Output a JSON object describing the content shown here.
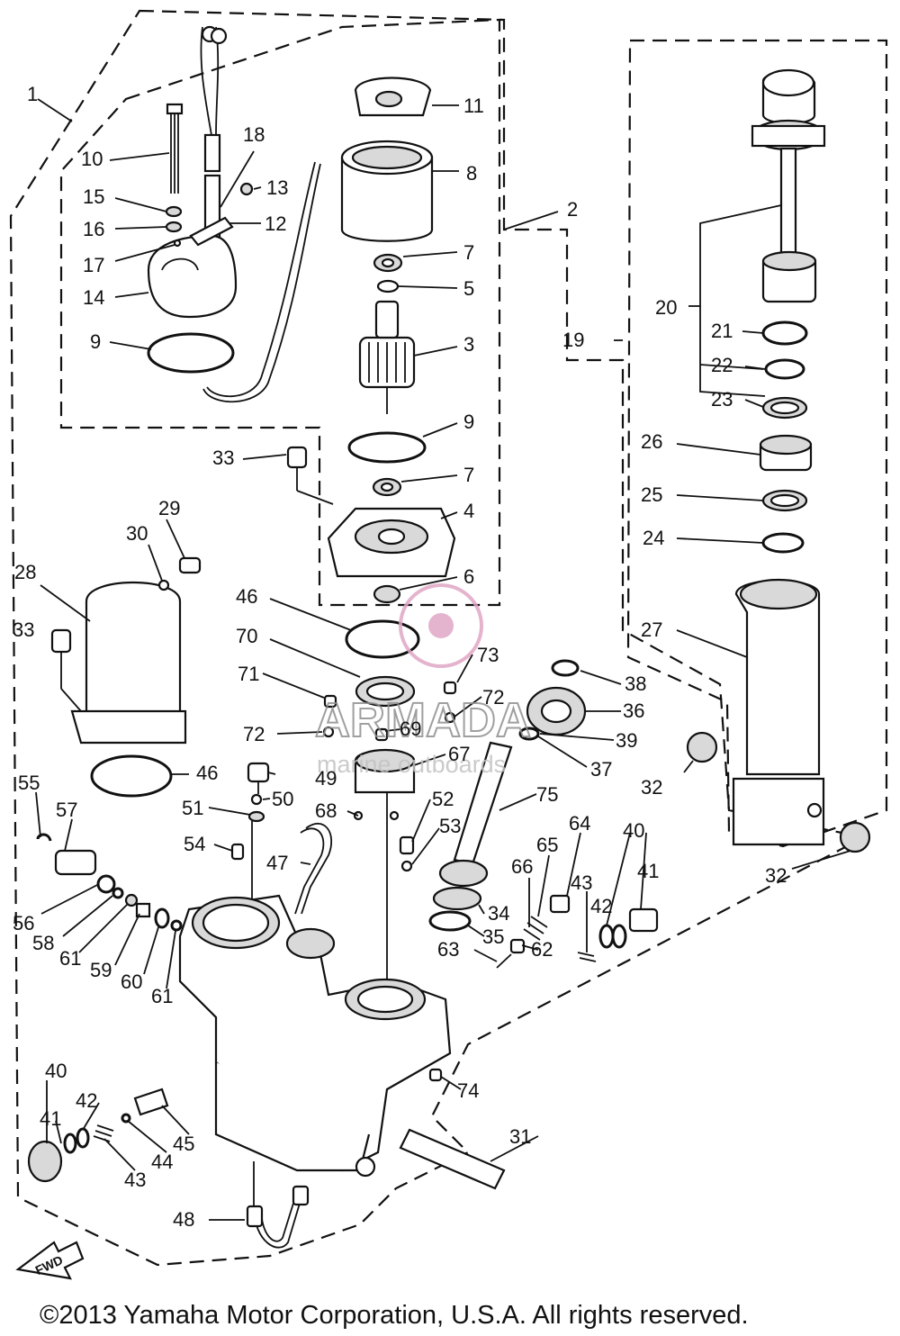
{
  "watermark": {
    "brand": "ARMADA",
    "tagline": "marine outboards",
    "color": "#e0a6c6"
  },
  "copyright": "©2013 Yamaha Motor Corporation, U.S.A. All rights reserved.",
  "fwd_label": "FWD",
  "parts": [
    {
      "id": "p1",
      "num": "1"
    },
    {
      "id": "p2",
      "num": "2"
    },
    {
      "id": "p3",
      "num": "3"
    },
    {
      "id": "p4",
      "num": "4"
    },
    {
      "id": "p5",
      "num": "5"
    },
    {
      "id": "p6",
      "num": "6"
    },
    {
      "id": "p7a",
      "num": "7"
    },
    {
      "id": "p7b",
      "num": "7"
    },
    {
      "id": "p8",
      "num": "8"
    },
    {
      "id": "p9a",
      "num": "9"
    },
    {
      "id": "p9b",
      "num": "9"
    },
    {
      "id": "p10",
      "num": "10"
    },
    {
      "id": "p11",
      "num": "11"
    },
    {
      "id": "p12",
      "num": "12"
    },
    {
      "id": "p13",
      "num": "13"
    },
    {
      "id": "p14",
      "num": "14"
    },
    {
      "id": "p15",
      "num": "15"
    },
    {
      "id": "p16",
      "num": "16"
    },
    {
      "id": "p17",
      "num": "17"
    },
    {
      "id": "p18",
      "num": "18"
    },
    {
      "id": "p19",
      "num": "19"
    },
    {
      "id": "p20",
      "num": "20"
    },
    {
      "id": "p21",
      "num": "21"
    },
    {
      "id": "p22",
      "num": "22"
    },
    {
      "id": "p23",
      "num": "23"
    },
    {
      "id": "p24",
      "num": "24"
    },
    {
      "id": "p25",
      "num": "25"
    },
    {
      "id": "p26",
      "num": "26"
    },
    {
      "id": "p27",
      "num": "27"
    },
    {
      "id": "p28",
      "num": "28"
    },
    {
      "id": "p29",
      "num": "29"
    },
    {
      "id": "p30",
      "num": "30"
    },
    {
      "id": "p31",
      "num": "31"
    },
    {
      "id": "p32a",
      "num": "32"
    },
    {
      "id": "p32b",
      "num": "32"
    },
    {
      "id": "p33a",
      "num": "33"
    },
    {
      "id": "p33b",
      "num": "33"
    },
    {
      "id": "p34",
      "num": "34"
    },
    {
      "id": "p35",
      "num": "35"
    },
    {
      "id": "p36",
      "num": "36"
    },
    {
      "id": "p37",
      "num": "37"
    },
    {
      "id": "p38",
      "num": "38"
    },
    {
      "id": "p39",
      "num": "39"
    },
    {
      "id": "p40a",
      "num": "40"
    },
    {
      "id": "p40b",
      "num": "40"
    },
    {
      "id": "p41a",
      "num": "41"
    },
    {
      "id": "p41b",
      "num": "41"
    },
    {
      "id": "p42a",
      "num": "42"
    },
    {
      "id": "p42b",
      "num": "42"
    },
    {
      "id": "p43a",
      "num": "43"
    },
    {
      "id": "p43b",
      "num": "43"
    },
    {
      "id": "p44",
      "num": "44"
    },
    {
      "id": "p45",
      "num": "45"
    },
    {
      "id": "p46a",
      "num": "46"
    },
    {
      "id": "p46b",
      "num": "46"
    },
    {
      "id": "p47",
      "num": "47"
    },
    {
      "id": "p48",
      "num": "48"
    },
    {
      "id": "p49",
      "num": "49"
    },
    {
      "id": "p50",
      "num": "50"
    },
    {
      "id": "p51",
      "num": "51"
    },
    {
      "id": "p52",
      "num": "52"
    },
    {
      "id": "p53",
      "num": "53"
    },
    {
      "id": "p54",
      "num": "54"
    },
    {
      "id": "p55",
      "num": "55"
    },
    {
      "id": "p56",
      "num": "56"
    },
    {
      "id": "p57",
      "num": "57"
    },
    {
      "id": "p58",
      "num": "58"
    },
    {
      "id": "p59",
      "num": "59"
    },
    {
      "id": "p60",
      "num": "60"
    },
    {
      "id": "p61a",
      "num": "61"
    },
    {
      "id": "p61b",
      "num": "61"
    },
    {
      "id": "p62",
      "num": "62"
    },
    {
      "id": "p63",
      "num": "63"
    },
    {
      "id": "p64",
      "num": "64"
    },
    {
      "id": "p65",
      "num": "65"
    },
    {
      "id": "p66",
      "num": "66"
    },
    {
      "id": "p67",
      "num": "67"
    },
    {
      "id": "p68",
      "num": "68"
    },
    {
      "id": "p69",
      "num": "69"
    },
    {
      "id": "p70",
      "num": "70"
    },
    {
      "id": "p71",
      "num": "71"
    },
    {
      "id": "p72a",
      "num": "72"
    },
    {
      "id": "p72b",
      "num": "72"
    },
    {
      "id": "p73",
      "num": "73"
    },
    {
      "id": "p74",
      "num": "74"
    },
    {
      "id": "p75",
      "num": "75"
    }
  ]
}
